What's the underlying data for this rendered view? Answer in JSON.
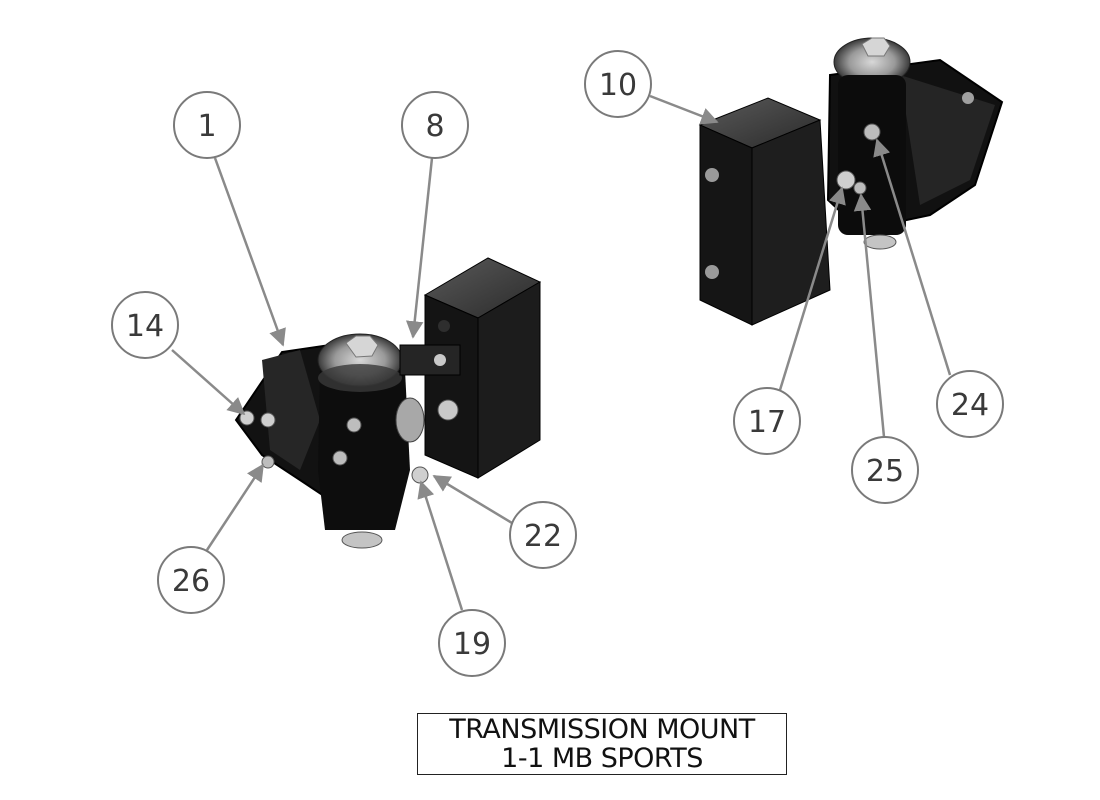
{
  "title_block": {
    "line1": "TRANSMISSION MOUNT",
    "line2": "1-1 MB SPORTS"
  },
  "callouts": [
    {
      "id": "c1",
      "label": "1"
    },
    {
      "id": "c8",
      "label": "8"
    },
    {
      "id": "c14",
      "label": "14"
    },
    {
      "id": "c26",
      "label": "26"
    },
    {
      "id": "c19",
      "label": "19"
    },
    {
      "id": "c22",
      "label": "22"
    },
    {
      "id": "c10",
      "label": "10"
    },
    {
      "id": "c17",
      "label": "17"
    },
    {
      "id": "c25",
      "label": "25"
    },
    {
      "id": "c24",
      "label": "24"
    }
  ],
  "colors": {
    "part_body": "#151515",
    "part_face": "#2e2e2e",
    "hardware": "#c9c9c9",
    "leader": "#8a8a8a",
    "balloon": "#7a7a7a"
  }
}
